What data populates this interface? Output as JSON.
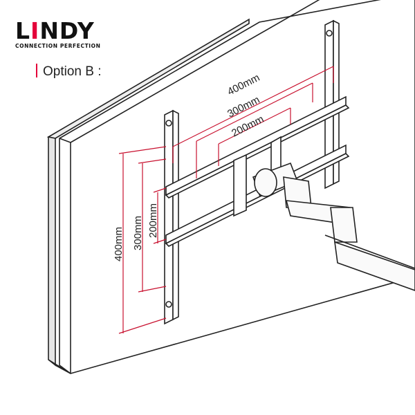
{
  "brand": {
    "name_prefix": "L",
    "name_rest": "NDY",
    "accent_letter": "I",
    "tagline": "CONNECTION PERFECTION",
    "accent_color": "#e4003a"
  },
  "option_label": "Option B :",
  "dimensions": {
    "horizontal": [
      "400mm",
      "300mm",
      "200mm"
    ],
    "vertical": [
      "400mm",
      "300mm",
      "200mm"
    ]
  },
  "colors": {
    "dimension_line": "#c8102e",
    "line_art": "#222222",
    "panel_fill": "#ececec"
  }
}
